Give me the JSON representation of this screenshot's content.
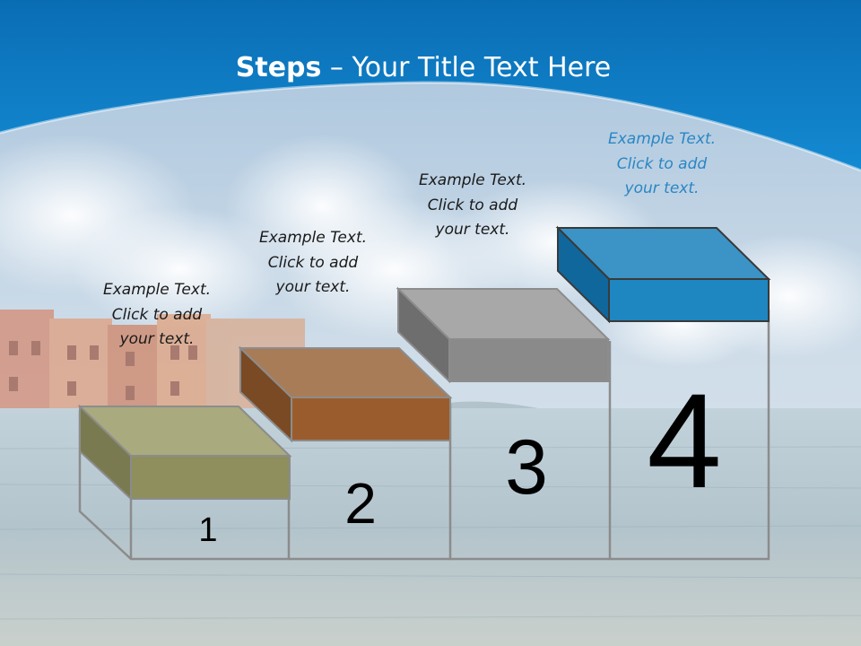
{
  "title": {
    "bold": "Steps",
    "rest": " – Your Title Text Here"
  },
  "steps": [
    {
      "number": "1",
      "caption": [
        "Example Text.",
        "Click  to add",
        "your text."
      ],
      "color": "#8f8f5e"
    },
    {
      "number": "2",
      "caption": [
        "Example Text.",
        "Click  to add",
        "your text."
      ],
      "color": "#9a5c2c"
    },
    {
      "number": "3",
      "caption": [
        "Example Text.",
        "Click  to add",
        "your text."
      ],
      "color": "#8a8a8a"
    },
    {
      "number": "4",
      "caption": [
        "Example Text.",
        "Click  to add",
        "your text."
      ],
      "color": "#1e86c0"
    }
  ],
  "colors": {
    "header": "#0b74bf",
    "accent_caption": "#2a86c4",
    "outline": "#8c8c8c"
  }
}
